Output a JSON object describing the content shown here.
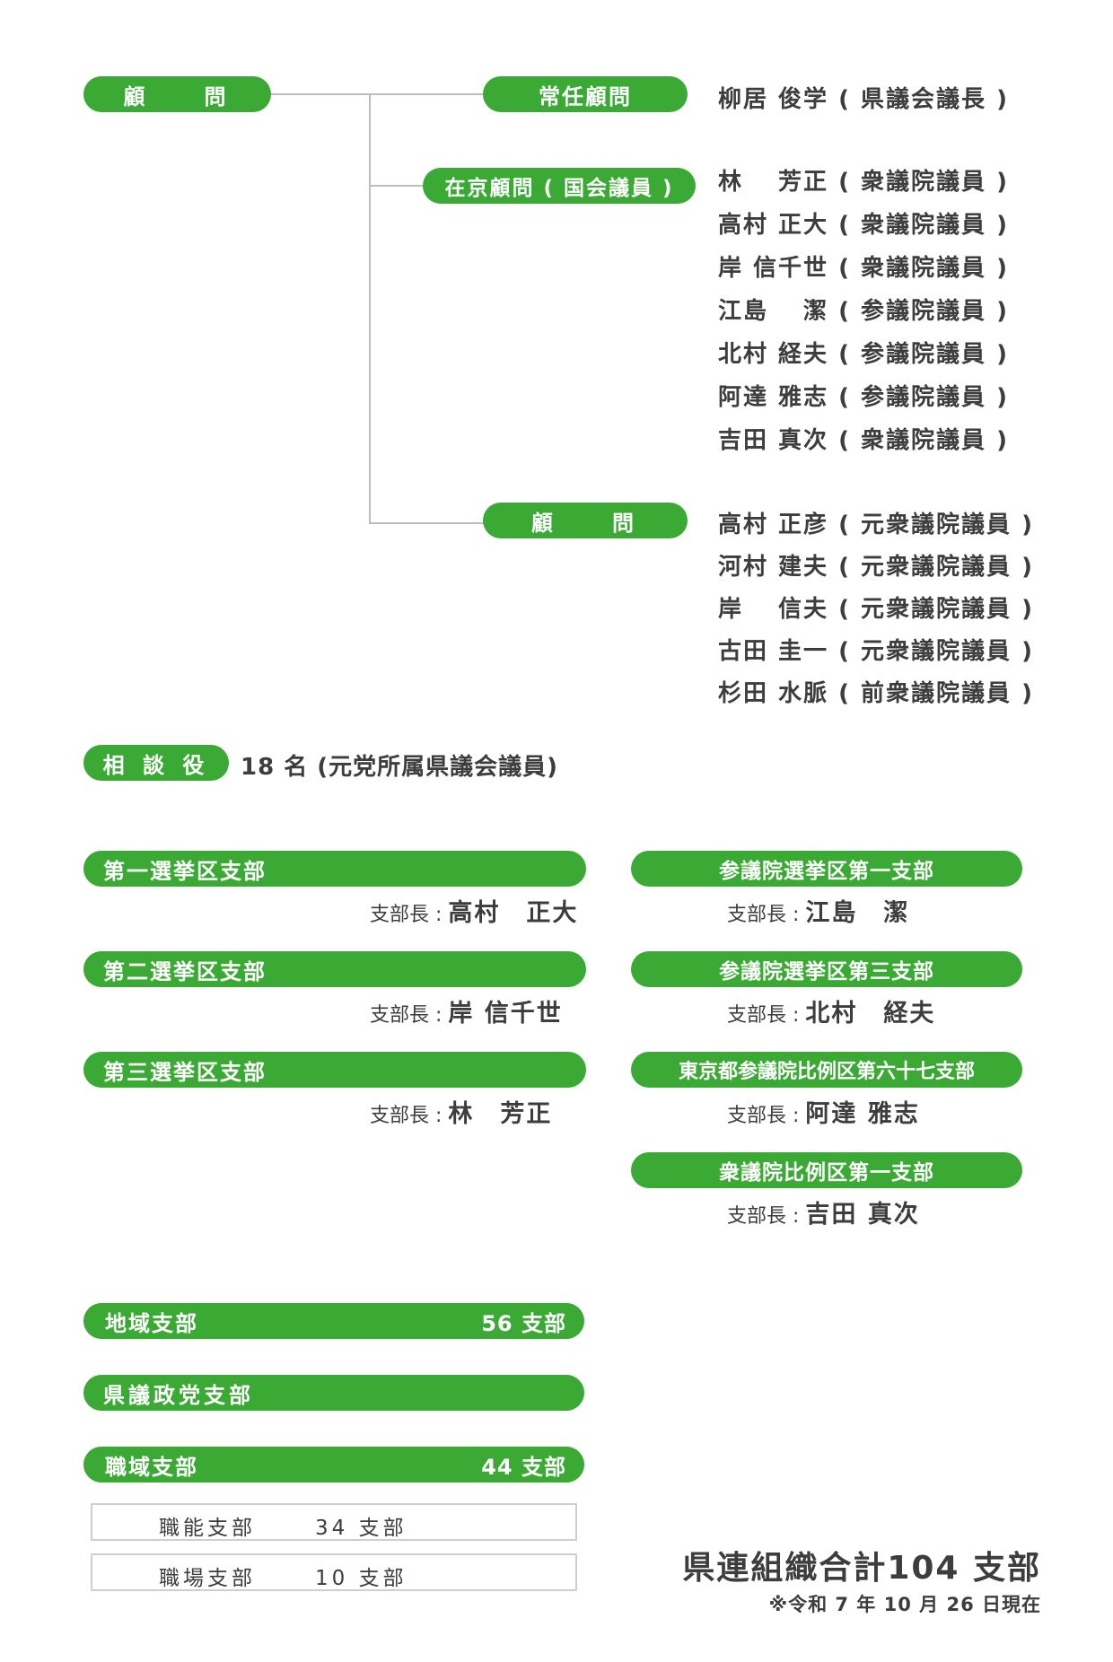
{
  "advisors": {
    "root_label": "顧　　問",
    "standing": {
      "label": "常任顧問",
      "members": [
        "柳居 俊学 ( 県議会議長 )"
      ]
    },
    "in_capital": {
      "label": "在京顧問 ( 国会議員 )",
      "members": [
        "林　 芳正 ( 衆議院議員 )",
        "高村 正大 ( 衆議院議員 )",
        "岸 信千世 ( 衆議院議員 )",
        "江島　 潔 ( 参議院議員 )",
        "北村 経夫 ( 参議院議員 )",
        "阿達 雅志 ( 参議院議員 )",
        "吉田 真次 ( 衆議院議員 )"
      ]
    },
    "advisor": {
      "label": "顧　　問",
      "members": [
        "高村 正彦 ( 元衆議院議員 )",
        "河村 建夫 ( 元衆議院議員 )",
        "岸　 信夫 ( 元衆議院議員 )",
        "古田 圭一 ( 元衆議院議員 )",
        "杉田 水脈 ( 前衆議院議員 )"
      ]
    }
  },
  "consultants": {
    "label": "相 談 役",
    "text": "18 名 (元党所属県議会議員)"
  },
  "branches_left": [
    {
      "label": "第一選挙区支部",
      "chief_label": "支部長 : ",
      "chief": "高村　正大"
    },
    {
      "label": "第二選挙区支部",
      "chief_label": "支部長 : ",
      "chief": "岸 信千世"
    },
    {
      "label": "第三選挙区支部",
      "chief_label": "支部長 : ",
      "chief": "林　芳正"
    }
  ],
  "branches_right": [
    {
      "label": "参議院選挙区第一支部",
      "chief_label": "支部長 : ",
      "chief": "江島　潔"
    },
    {
      "label": "参議院選挙区第三支部",
      "chief_label": "支部長 : ",
      "chief": "北村　経夫"
    },
    {
      "label": "東京都参議院比例区第六十七支部",
      "chief_label": "支部長 : ",
      "chief": "阿達 雅志"
    },
    {
      "label": "衆議院比例区第一支部",
      "chief_label": "支部長 : ",
      "chief": "吉田 真次"
    }
  ],
  "totals": {
    "regional": {
      "label": "地域支部",
      "count": "56 支部"
    },
    "assembly": {
      "label": "県議政党支部"
    },
    "workplace": {
      "label": "職域支部",
      "count": "44 支部"
    },
    "sub_rows": [
      {
        "label": "職能支部",
        "count": "34 支部"
      },
      {
        "label": "職場支部",
        "count": "10 支部"
      }
    ]
  },
  "summary": {
    "total": "県連組織合計104 支部",
    "as_of": "※令和 7 年 10 月 26 日現在"
  },
  "colors": {
    "accent": "#3aaa35",
    "text": "#3d3d3d",
    "line": "#bdbdbd"
  }
}
